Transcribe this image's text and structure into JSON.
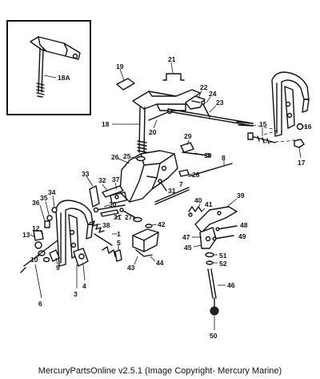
{
  "caption": "MercuryPartsOnline v2.5.1 (Image Copyright- Mercury Marine)",
  "inset": {
    "callout": "18A"
  },
  "callouts": {
    "c1": "1",
    "c3": "3",
    "c4": "4",
    "c5": "5",
    "c6": "6",
    "c7": "7",
    "c8": "8",
    "c9": "9",
    "c10": "10",
    "c12": "12",
    "c13": "13",
    "c15": "15",
    "c16": "16",
    "c17": "17",
    "c18": "18",
    "c19": "19",
    "c20": "20",
    "c21": "21",
    "c22": "22",
    "c23": "23",
    "c24": "24",
    "c25": "25",
    "c26": "26",
    "c27": "27",
    "c28": "28",
    "c29": "29",
    "c30a": "30",
    "c30b": "30",
    "c31a": "31",
    "c31b": "31",
    "c32": "32",
    "c33": "33",
    "c34": "34",
    "c35": "35",
    "c36": "36",
    "c37": "37",
    "c38": "38",
    "c39": "39",
    "c40": "40",
    "c41": "41",
    "c42": "42",
    "c43": "43",
    "c44": "44",
    "c45": "45",
    "c46": "46",
    "c47": "47",
    "c48": "48",
    "c49": "49",
    "c50": "50",
    "c51": "51",
    "c52": "52"
  }
}
